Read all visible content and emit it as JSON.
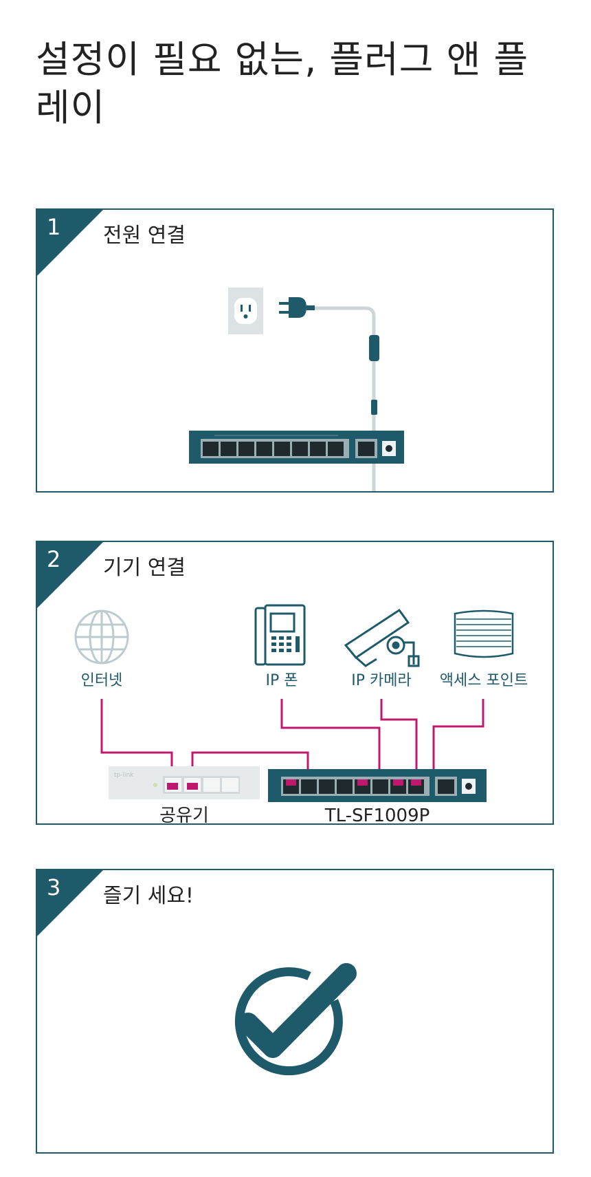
{
  "page": {
    "title": "설정이 필요 없는, 플러그 앤 플레이"
  },
  "steps": [
    {
      "number": "1",
      "title": "전원 연결"
    },
    {
      "number": "2",
      "title": "기기 연결"
    },
    {
      "number": "3",
      "title": "즐기 세요!"
    }
  ],
  "devices": {
    "internet": "인터넷",
    "ip_phone": "IP 폰",
    "ip_camera": "IP 카메라",
    "access_point": "액세스 포인트",
    "router": "공유기",
    "switch": "TL-SF1009P"
  },
  "colors": {
    "teal": "#1e5a69",
    "magenta": "#c0186f",
    "grey": "#d6dcdd"
  },
  "icons": [
    "power-outlet-icon",
    "power-plug-icon",
    "globe-icon",
    "phone-icon",
    "camera-icon",
    "access-point-icon",
    "checkmark-icon"
  ]
}
